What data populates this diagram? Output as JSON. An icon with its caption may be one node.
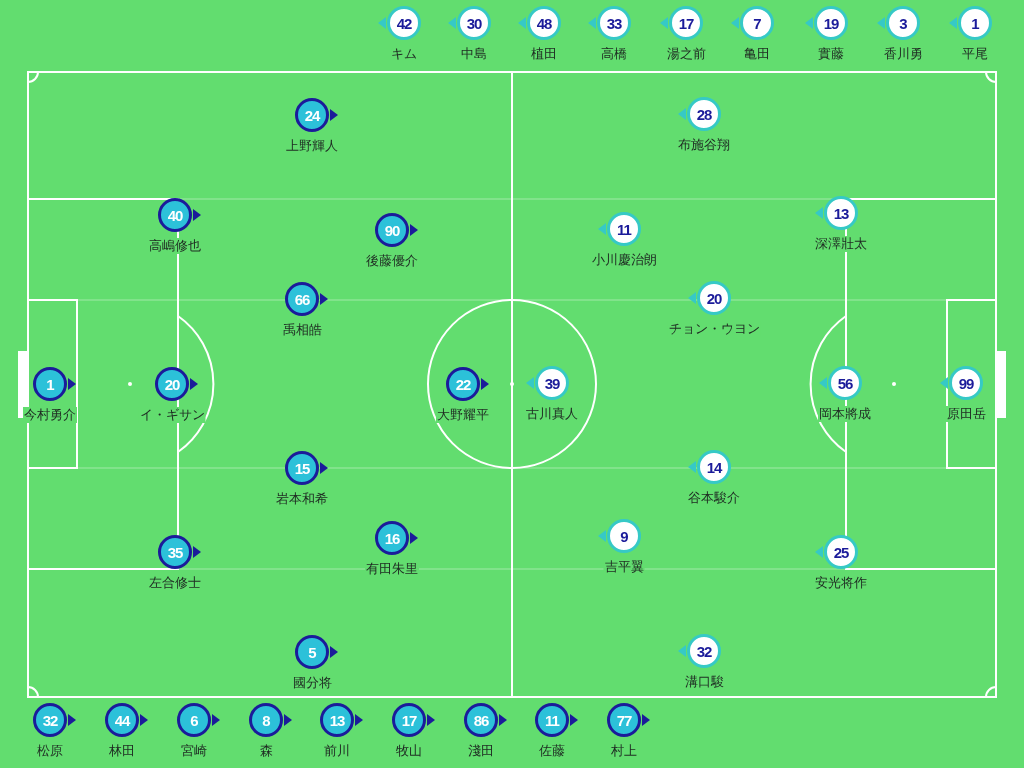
{
  "diagram": {
    "nodes": [
      {
        "text": [
          "42"
        ],
        "beside": [
          "キム"
        ]
      },
      {
        "text": [
          "30"
        ],
        "beside": [
          "中島"
        ]
      },
      {
        "text": [
          "48"
        ],
        "beside": [
          "植田"
        ]
      },
      {
        "text": [
          "33"
        ],
        "beside": [
          "高橋"
        ]
      },
      {
        "text": [
          "17"
        ],
        "beside": [
          "湯之前"
        ]
      },
      {
        "text": [
          "7"
        ],
        "beside": [
          "亀田"
        ]
      },
      {
        "text": [
          "19"
        ],
        "beside": [
          "實藤"
        ]
      },
      {
        "text": [
          "3"
        ],
        "beside": [
          "香川勇"
        ]
      },
      {
        "text": [
          "1"
        ],
        "beside": [
          "平尾"
        ]
      },
      {
        "text": [
          "24"
        ],
        "beside": [
          "上野輝人"
        ]
      },
      {
        "text": [
          "40"
        ],
        "beside": [
          "高嶋修也"
        ]
      },
      {
        "text": [
          "90"
        ],
        "beside": [
          "後藤優介"
        ]
      },
      {
        "text": [
          "66"
        ],
        "beside": [
          "禹相皓"
        ]
      },
      {
        "text": [
          "1"
        ],
        "beside": [
          "今村勇介"
        ]
      },
      {
        "text": [
          "20"
        ],
        "beside": [
          "イ・ギサン"
        ]
      },
      {
        "text": [
          "22"
        ],
        "beside": [
          "大野耀平"
        ]
      },
      {
        "text": [
          "15"
        ],
        "beside": [
          "岩本和希"
        ]
      },
      {
        "text": [
          "35"
        ],
        "beside": [
          "左合修士"
        ]
      },
      {
        "text": [
          "16"
        ],
        "beside": [
          "有田朱里"
        ]
      },
      {
        "text": [
          "5"
        ],
        "beside": [
          "國分将"
        ]
      },
      {
        "text": [
          "28"
        ],
        "beside": [
          "布施谷翔"
        ]
      },
      {
        "text": [
          "11"
        ],
        "beside": [
          "小川慶治朗"
        ]
      },
      {
        "text": [
          "13"
        ],
        "beside": [
          "深澤壯太"
        ]
      },
      {
        "text": [
          "20"
        ],
        "beside": [
          "チョン・ウヨン"
        ]
      },
      {
        "text": [
          "39"
        ],
        "beside": [
          "古川真人"
        ]
      },
      {
        "text": [
          "56"
        ],
        "beside": [
          "岡本將成"
        ]
      },
      {
        "text": [
          "99"
        ],
        "beside": [
          "原田岳"
        ]
      },
      {
        "text": [
          "14"
        ],
        "beside": [
          "谷本駿介"
        ]
      },
      {
        "text": [
          "9"
        ],
        "beside": [
          "吉平翼"
        ]
      },
      {
        "text": [
          "25"
        ],
        "beside": [
          "安光将作"
        ]
      },
      {
        "text": [
          "32"
        ],
        "beside": [
          "溝口駿"
        ]
      },
      {
        "text": [
          "32"
        ],
        "beside": [
          "松原"
        ]
      },
      {
        "text": [
          "44"
        ],
        "beside": [
          "林田"
        ]
      },
      {
        "text": [
          "6"
        ],
        "beside": [
          "宮崎"
        ]
      },
      {
        "text": [
          "8"
        ],
        "beside": [
          "森"
        ]
      },
      {
        "text": [
          "13"
        ],
        "beside": [
          "前川"
        ]
      },
      {
        "text": [
          "17"
        ],
        "beside": [
          "牧山"
        ]
      },
      {
        "text": [
          "86"
        ],
        "beside": [
          "淺田"
        ]
      },
      {
        "text": [
          "11"
        ],
        "beside": [
          "佐藤"
        ]
      },
      {
        "text": [
          "77"
        ],
        "beside": [
          "村上"
        ]
      }
    ]
  }
}
